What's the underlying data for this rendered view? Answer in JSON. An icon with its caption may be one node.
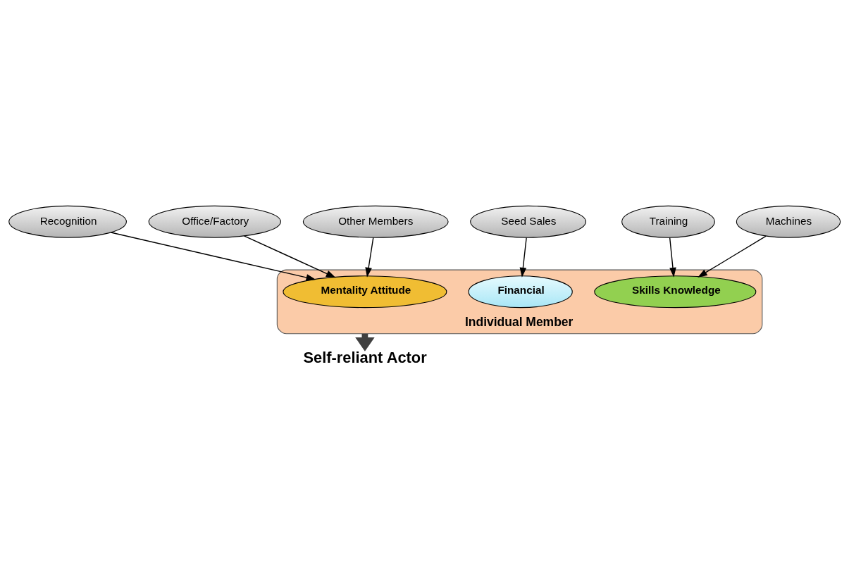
{
  "diagram": {
    "nodes": [
      {
        "text": [
          "Recognition"
        ]
      },
      {
        "text": [
          "Office/Factory"
        ]
      },
      {
        "text": [
          "Other Members"
        ]
      },
      {
        "text": [
          "Training"
        ]
      },
      {
        "text": [
          "Seed Sales"
        ]
      },
      {
        "text": [
          "Machines"
        ]
      },
      {
        "text": [
          "Individual Member"
        ]
      },
      {
        "text": [
          "Mentality Attitude"
        ],
        "in": 6
      },
      {
        "text": [
          "Skills Knowledge"
        ],
        "in": 6
      },
      {
        "text": [
          "Financial"
        ],
        "in": 6
      },
      {
        "text": [
          "Self-reliant Actor"
        ]
      }
    ],
    "edges": [
      {
        "from": 0,
        "to": 7,
        "arrow": "to"
      },
      {
        "from": 1,
        "to": 7,
        "arrow": "to"
      },
      {
        "from": 2,
        "to": 7,
        "arrow": "to"
      },
      {
        "from": 3,
        "to": 8,
        "arrow": "to"
      },
      {
        "from": 5,
        "to": 8,
        "arrow": "to"
      },
      {
        "from": 4,
        "to": 9,
        "arrow": "to"
      },
      {
        "from": 6,
        "to": 10,
        "arrow": "to",
        "style": "thick",
        "color": "#404040"
      }
    ]
  }
}
